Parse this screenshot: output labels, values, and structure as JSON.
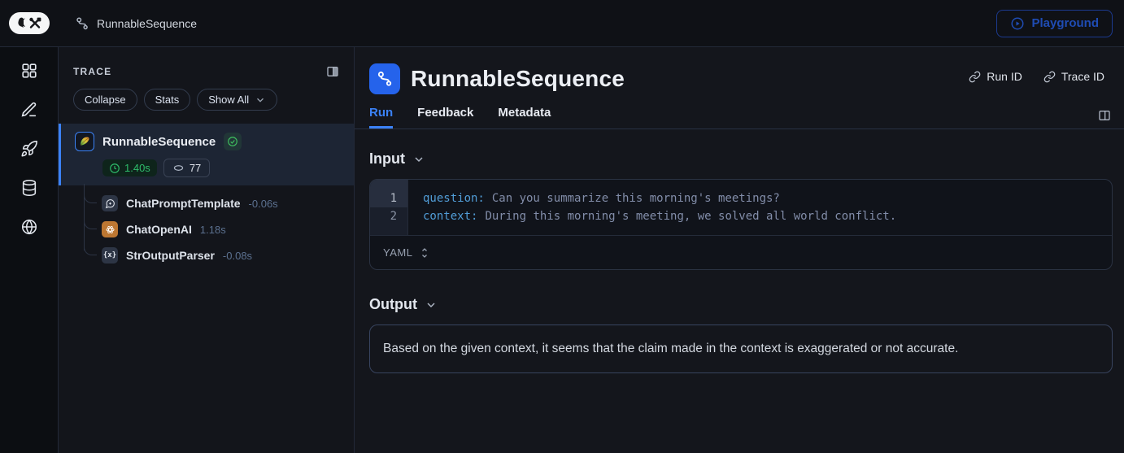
{
  "colors": {
    "accent_blue": "#3b82f6",
    "success_green": "#2ebd6b",
    "openai_orange": "#bd7732",
    "playground_blue": "#1f4cb4"
  },
  "topbar": {
    "breadcrumb": "RunnableSequence",
    "playground": "Playground"
  },
  "trace": {
    "title": "TRACE",
    "collapse": "Collapse",
    "stats": "Stats",
    "show_all": "Show All",
    "root": {
      "name": "RunnableSequence",
      "latency": "1.40s",
      "tokens": "77"
    },
    "children": [
      {
        "name": "ChatPromptTemplate",
        "latency": "-0.06s"
      },
      {
        "name": "ChatOpenAI",
        "latency": "1.18s"
      },
      {
        "name": "StrOutputParser",
        "latency": "-0.08s"
      }
    ]
  },
  "main": {
    "title": "RunnableSequence",
    "run_id": "Run ID",
    "trace_id": "Trace ID",
    "tabs": {
      "run": "Run",
      "feedback": "Feedback",
      "metadata": "Metadata"
    },
    "input": {
      "heading": "Input",
      "lines": [
        {
          "num": "1",
          "key": "question:",
          "value": "Can you summarize this morning's meetings?"
        },
        {
          "num": "2",
          "key": "context:",
          "value": "During this morning's meeting, we solved all world conflict."
        }
      ],
      "format": "YAML"
    },
    "output": {
      "heading": "Output",
      "text": "Based on the given context, it seems that the claim made in the context is exaggerated or not accurate."
    }
  }
}
